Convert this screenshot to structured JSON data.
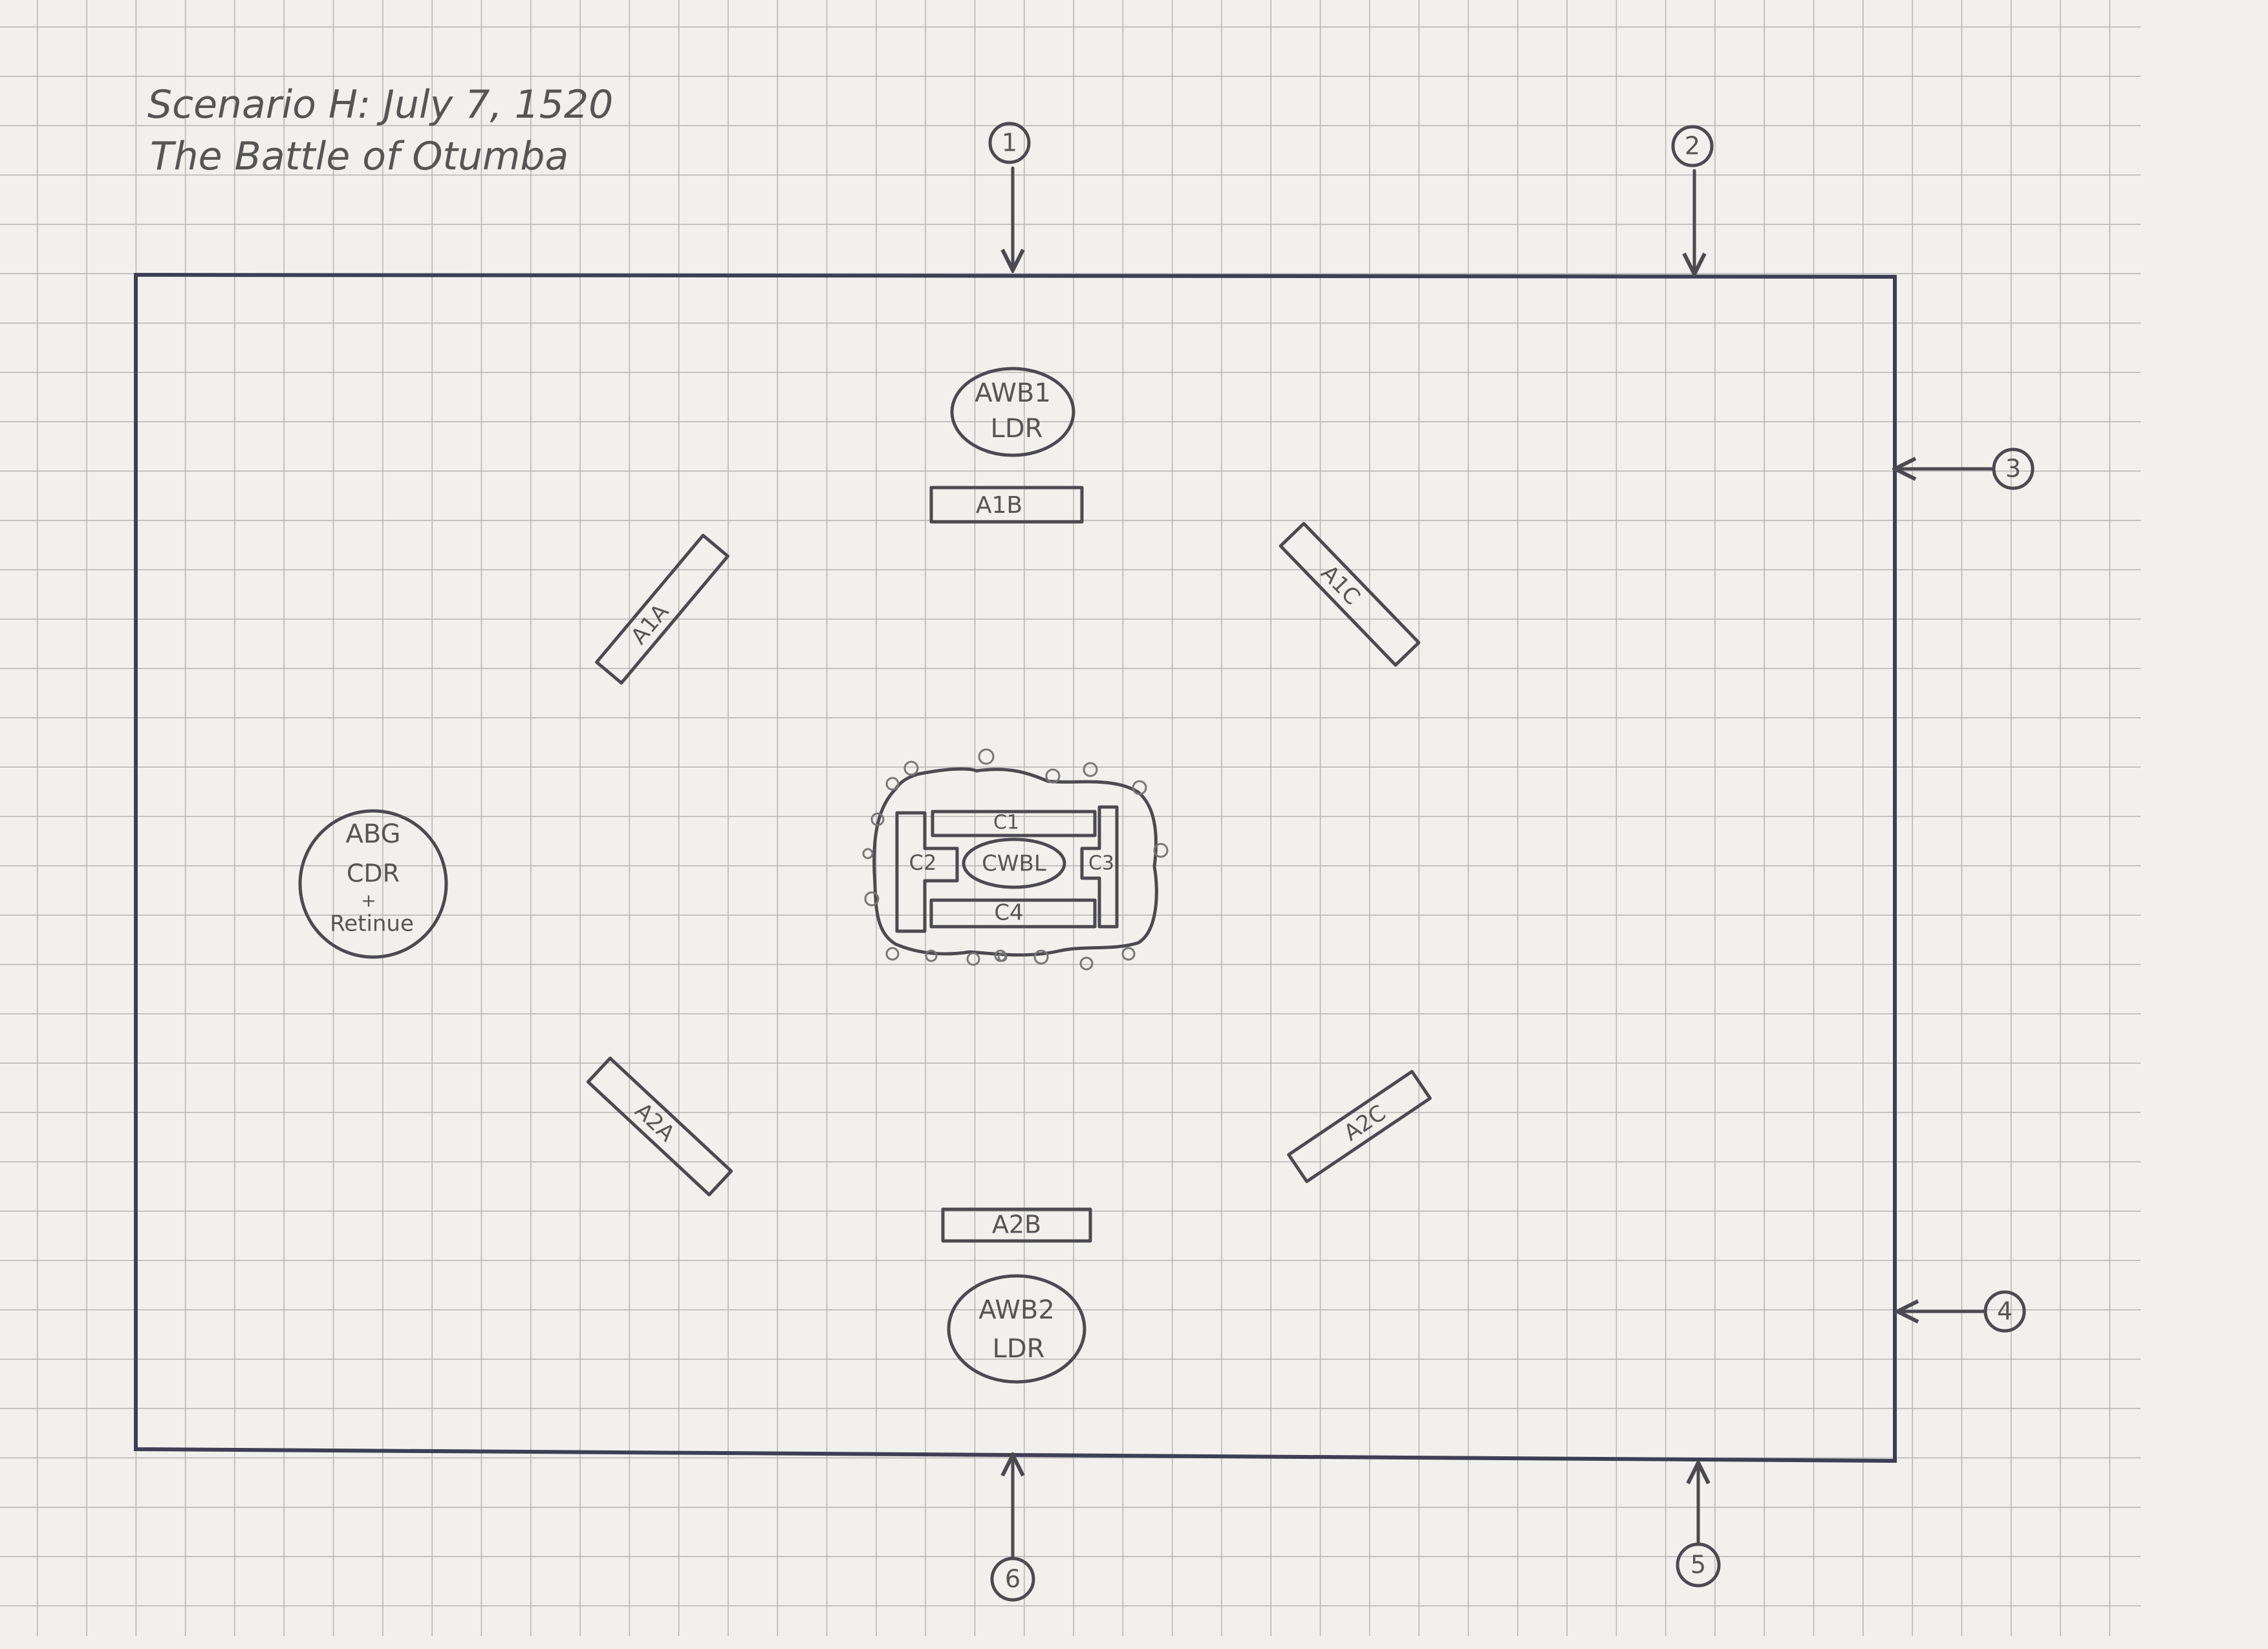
{
  "title": {
    "line1": "Scenario H: July 7, 1520",
    "line2": "The Battle of Otumba"
  },
  "entry_points": [
    "1",
    "2",
    "3",
    "4",
    "5",
    "6"
  ],
  "units": {
    "awb1": {
      "line1": "AWB1",
      "line2": "LDR"
    },
    "a1b": "A1B",
    "a1a": "A1A",
    "a1c": "A1C",
    "abg": {
      "line1": "ABG",
      "line2": "CDR",
      "line3": "+",
      "line4": "Retinue"
    },
    "c1": "C1",
    "c2": "C2",
    "c3": "C3",
    "c4": "C4",
    "cwbl": "CWBL",
    "a2a": "A2A",
    "a2c": "A2C",
    "a2b": "A2B",
    "awb2": {
      "line1": "AWB2",
      "line2": "LDR"
    }
  },
  "colors": {
    "paper": "#f1f0ec",
    "grid": "#b4b4b4",
    "pencil": "#4a4a50"
  }
}
